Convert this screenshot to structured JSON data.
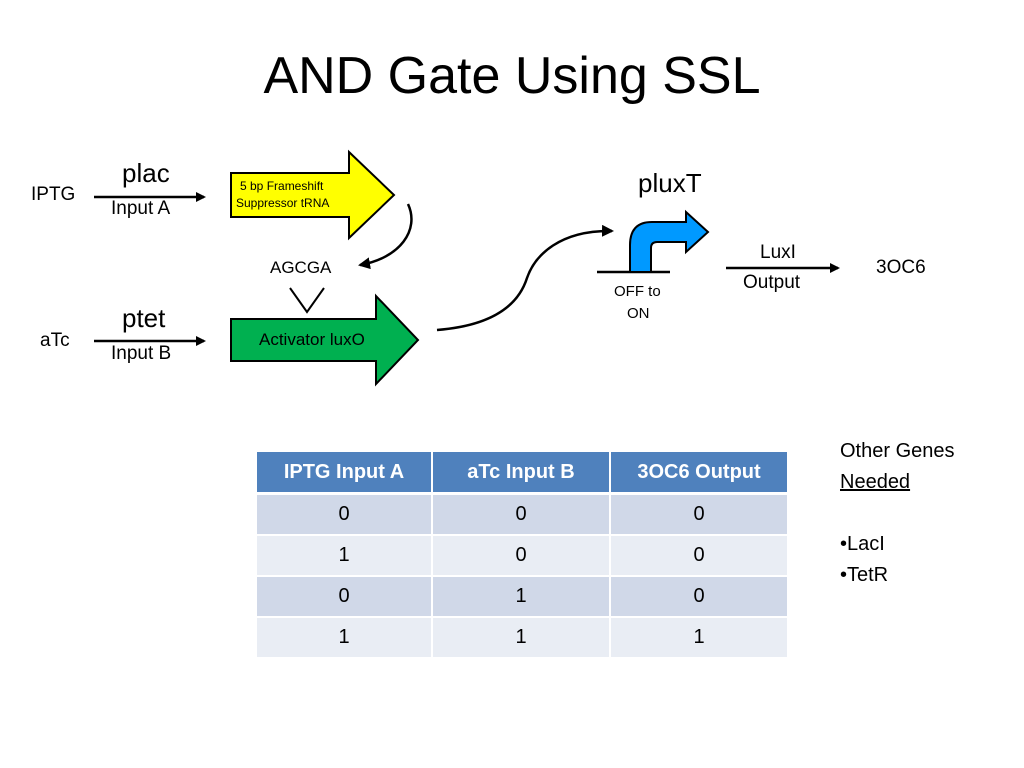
{
  "title": "AND Gate Using SSL",
  "diagram": {
    "input_a": {
      "inducer": "IPTG",
      "promoter": "plac",
      "label": "Input A"
    },
    "input_b": {
      "inducer": "aTc",
      "promoter": "ptet",
      "label": "Input B"
    },
    "trna_gene": {
      "line1": "5 bp Frameshift",
      "line2": "Suppressor tRNA"
    },
    "codon": "AGCGA",
    "activator_gene": "Activator luxO",
    "output_promoter": {
      "name": "pluxT",
      "state_line1": "OFF to",
      "state_line2": "ON"
    },
    "output_gene": {
      "name": "LuxI",
      "label": "Output"
    },
    "product": "3OC6",
    "colors": {
      "trna_arrow": "#ffff00",
      "activator_arrow": "#00b050",
      "promoter_arrow": "#0099ff"
    }
  },
  "truth_table": {
    "headers": [
      "IPTG Input A",
      "aTc Input B",
      "3OC6 Output"
    ],
    "rows": [
      [
        "0",
        "0",
        "0"
      ],
      [
        "1",
        "0",
        "0"
      ],
      [
        "0",
        "1",
        "0"
      ],
      [
        "1",
        "1",
        "1"
      ]
    ],
    "header_color": "#4f81bd"
  },
  "other_genes": {
    "heading_line1": "Other Genes",
    "heading_line2": "Needed",
    "items": [
      "•LacI",
      "•TetR"
    ]
  }
}
